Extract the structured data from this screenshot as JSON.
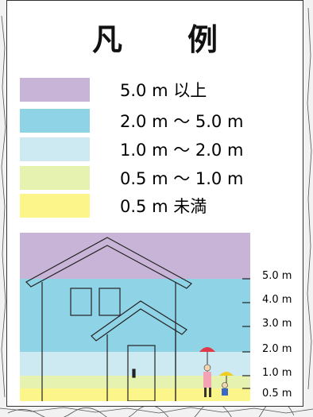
{
  "legend": {
    "title": "凡　例",
    "items": [
      {
        "label": "5.0 m 以上",
        "color": "#c8b4d6"
      },
      {
        "label": "2.0 m ～ 5.0 m",
        "color": "#8fd3e6"
      },
      {
        "label": "1.0 m ～ 2.0 m",
        "color": "#cdeaf2"
      },
      {
        "label": "0.5 m ～ 1.0 m",
        "color": "#e6f2b0"
      },
      {
        "label": "0.5 m 未満",
        "color": "#fbf58a"
      }
    ]
  },
  "diagram": {
    "depth_marks": [
      "5.0 m",
      "4.0 m",
      "3.0 m",
      "2.0 m",
      "1.0 m",
      "0.5 m"
    ]
  }
}
